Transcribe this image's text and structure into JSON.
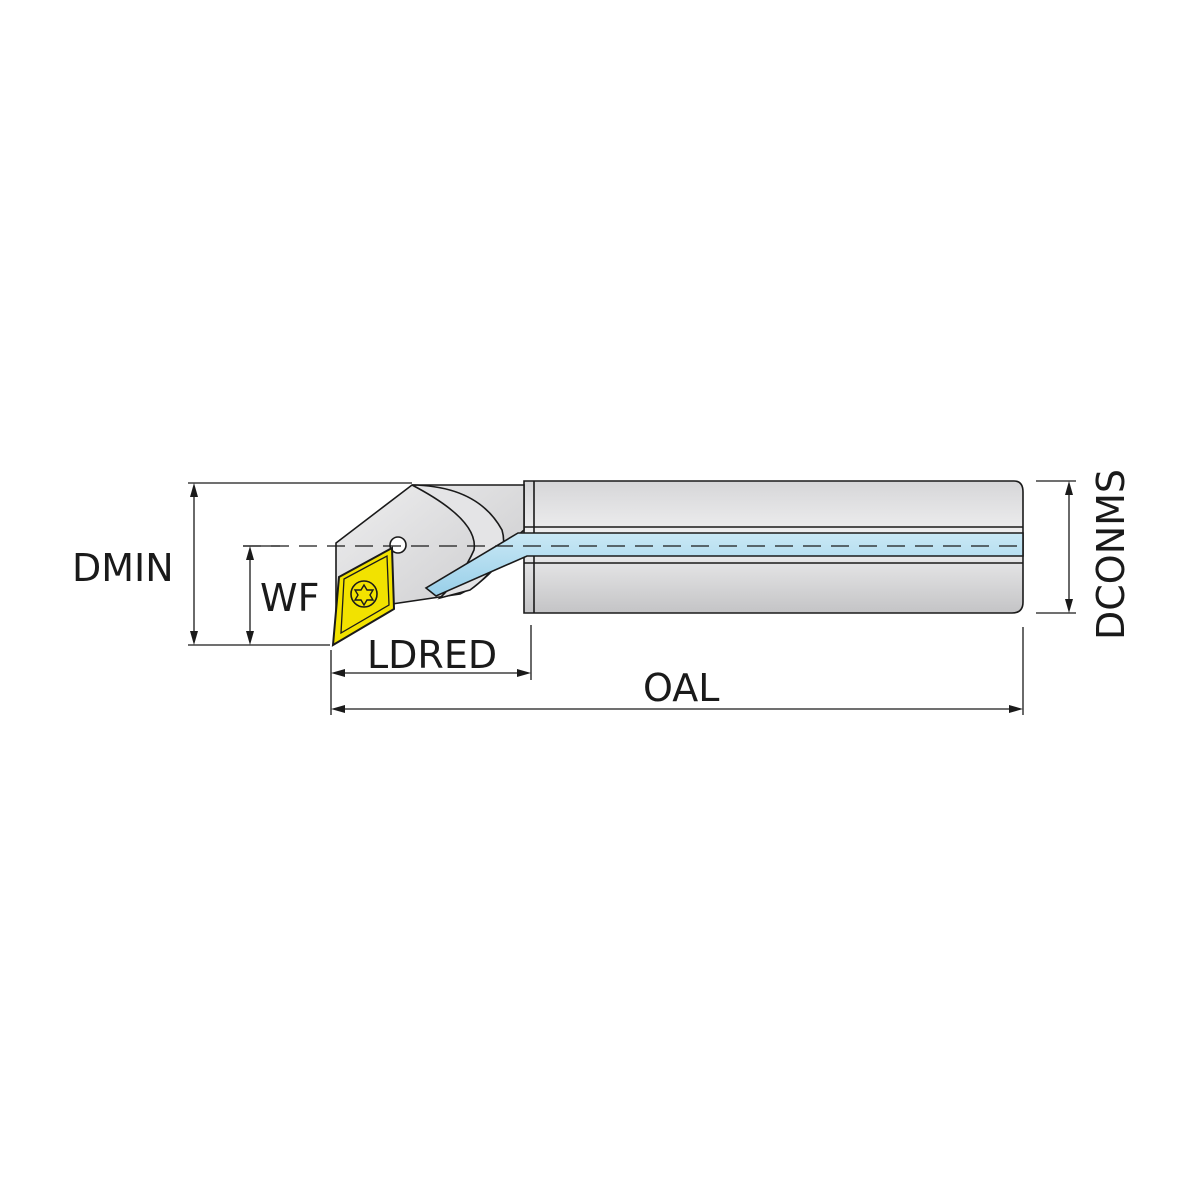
{
  "diagram": {
    "labels": {
      "dmin": "DMIN",
      "wf": "WF",
      "ldred": "LDRED",
      "oal": "OAL",
      "dconms": "DCONMS"
    },
    "colors": {
      "insert": "#f2e200",
      "coolant": "#a8d8ef",
      "body_light": "#ededee",
      "body_mid": "#d2d2d4",
      "body_dark": "#b4b4b6",
      "line": "#1a1a1a"
    }
  }
}
